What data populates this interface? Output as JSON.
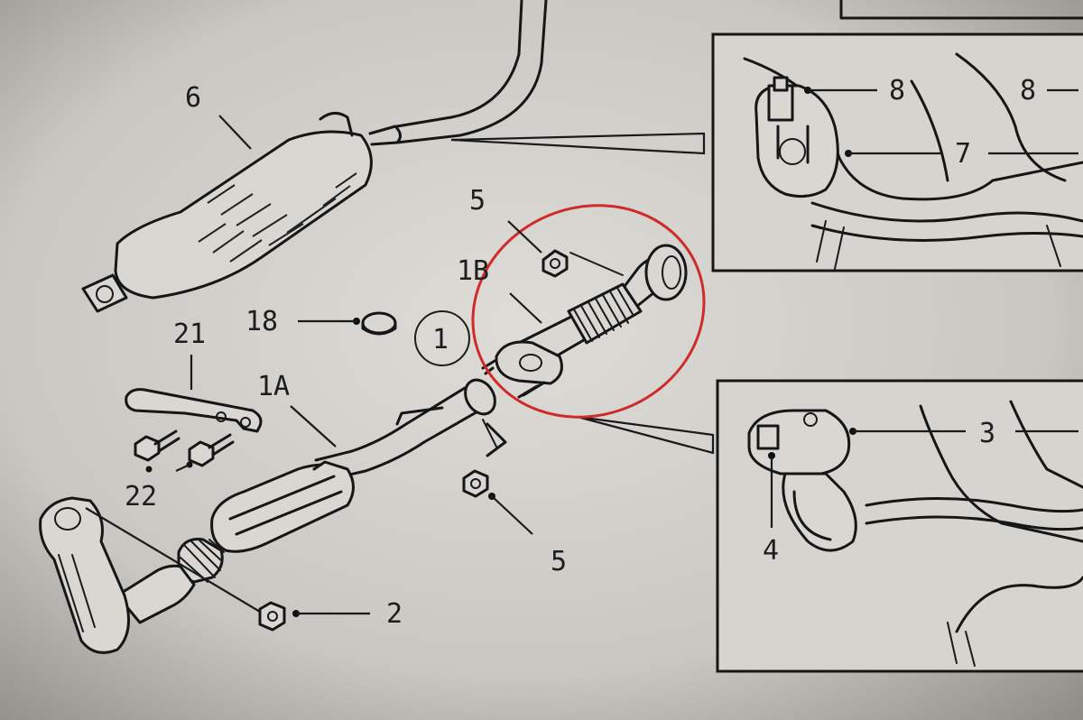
{
  "diagram": {
    "callouts": {
      "c1": "1",
      "c1a": "1A",
      "c1b": "1B",
      "c2": "2",
      "c3": "3",
      "c4": "4",
      "c5_top": "5",
      "c5_bottom": "5",
      "c6": "6",
      "c7": "7",
      "c8_left": "8",
      "c8_right": "8",
      "c18": "18",
      "c21": "21",
      "c22": "22"
    },
    "colors": {
      "paper": "#d9d7d2",
      "ink": "#161616",
      "highlight_circle": "#cf2b2b"
    }
  }
}
